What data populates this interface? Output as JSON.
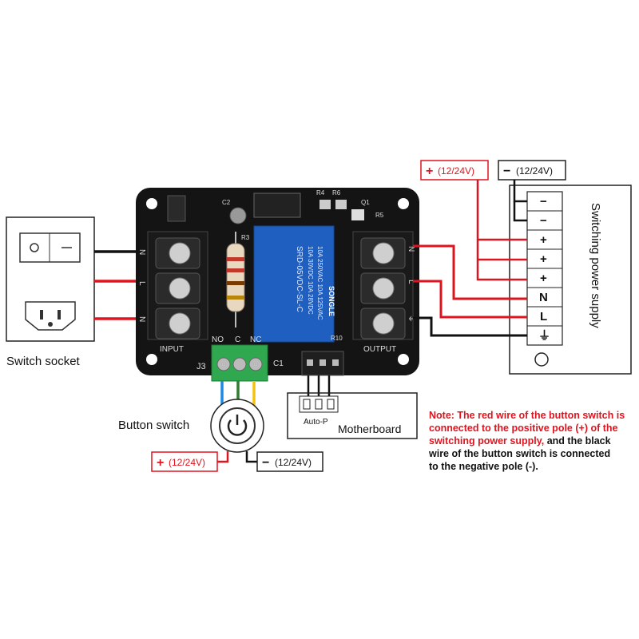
{
  "switch_socket": {
    "label": "Switch socket"
  },
  "board": {
    "input_label": "INPUT",
    "output_label": "OUTPUT",
    "input_pins": [
      "N",
      "L",
      "N"
    ],
    "output_pins": [
      "N",
      "L",
      "⏚"
    ],
    "j3_label": "J3",
    "j3_pins": [
      "NO",
      "C",
      "NC"
    ],
    "c1_label": "C1",
    "c2_label": "C2",
    "r3_label": "R3",
    "r4_label": "R4",
    "r5_label": "R5",
    "r6_label": "R6",
    "q1_label": "Q1",
    "r10_label": "R10",
    "relay_lines": [
      "10A 250VAC  10A 125VAC",
      "10A 30VDC  10A 28VDC",
      "SRD-05VDC-SL-C"
    ],
    "relay_brand": "SONGLE"
  },
  "auto_p": {
    "label": "Auto-P"
  },
  "motherboard": {
    "label": "Motherboard"
  },
  "button_switch": {
    "label": "Button switch"
  },
  "button_terminals": {
    "positive": "(12/24V)",
    "negative": "(12/24V)"
  },
  "psu": {
    "title": "Switching power supply",
    "top_positive": "(12/24V)",
    "top_negative": "(12/24V)",
    "terminals": [
      "−",
      "−",
      "+",
      "+",
      "+",
      "N",
      "L",
      "⏚"
    ]
  },
  "note": {
    "red_lines": [
      "Note: The red wire of the button switch is",
      "connected to the positive pole (+) of the",
      "switching power supply,"
    ],
    "black_tail": " and the black",
    "black_lines": [
      "wire of the button switch is connected",
      "to the negative pole (-)."
    ]
  },
  "colors": {
    "wire_red": "#e0141e",
    "wire_black": "#111111",
    "wire_blue": "#1e88e5",
    "wire_green": "#2e7d32",
    "wire_yellow": "#f4c20d",
    "board": "#141414",
    "relay": "#1f5fbf",
    "terminal_green": "#2fa84f"
  }
}
